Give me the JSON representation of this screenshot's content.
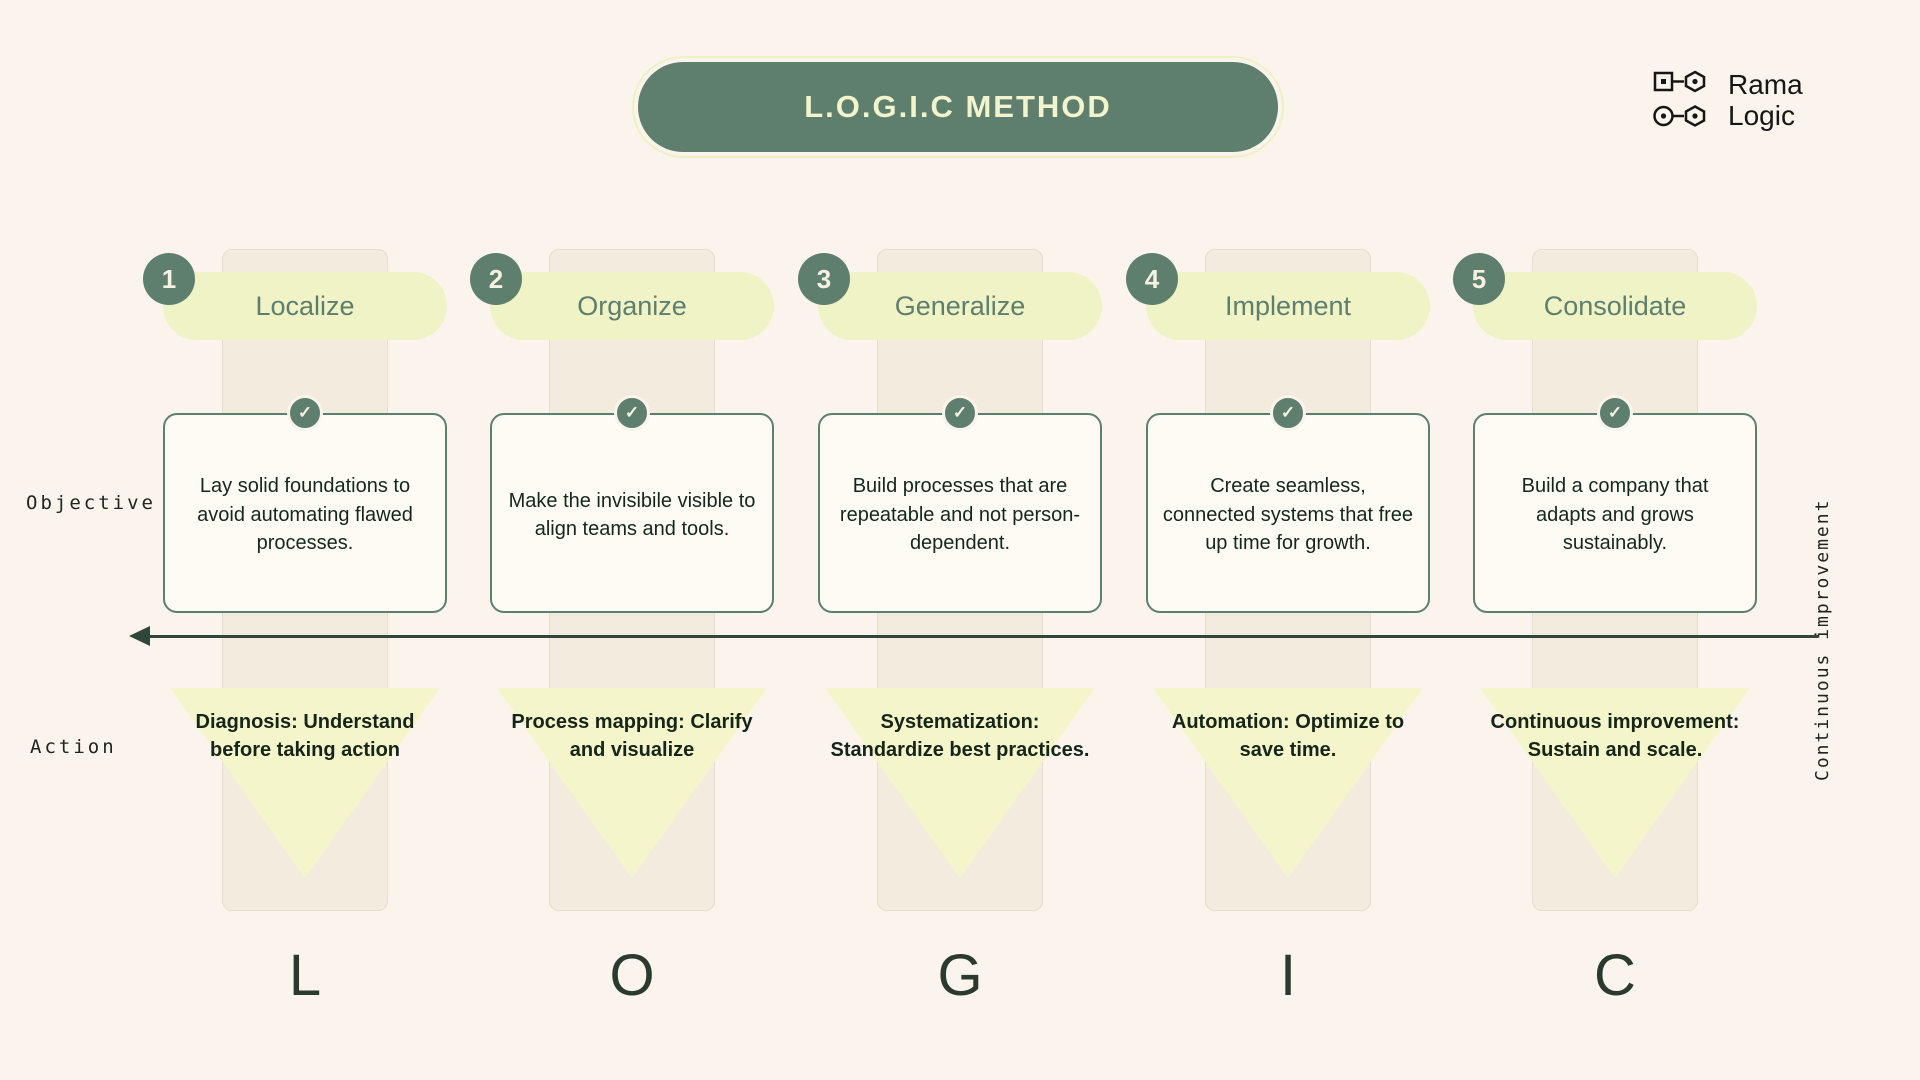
{
  "title": "L.O.G.I.C METHOD",
  "logo": {
    "line1": "Rama",
    "line2": "Logic"
  },
  "side_labels": {
    "objective": "Objective",
    "action": "Action"
  },
  "vertical_label": "Continuous improvement",
  "colors": {
    "background": "#faf4ed",
    "dark_green": "#5e7e6e",
    "pale_yellow": "#eff3c6",
    "beige_bar": "#f4ebdf",
    "triangle_yellow": "#f5f5cb",
    "arrow": "#31463a"
  },
  "check_glyph": "✓",
  "columns": [
    {
      "number": "1",
      "title": "Localize",
      "objective": "Lay solid foundations to avoid automating flawed processes.",
      "action": "Diagnosis: Understand before taking action",
      "letter": "L"
    },
    {
      "number": "2",
      "title": "Organize",
      "objective": "Make the invisibile visible to align teams and tools.",
      "action": "Process mapping: Clarify and visualize",
      "letter": "O"
    },
    {
      "number": "3",
      "title": "Generalize",
      "objective": "Build processes that are repeatable and not person-dependent.",
      "action": "Systematization: Standardize best practices.",
      "letter": "G"
    },
    {
      "number": "4",
      "title": "Implement",
      "objective": "Create seamless, connected systems that free up time for growth.",
      "action": "Automation: Optimize to save time.",
      "letter": "I"
    },
    {
      "number": "5",
      "title": "Consolidate",
      "objective": "Build a company that adapts and grows sustainably.",
      "action": "Continuous improvement: Sustain and scale.",
      "letter": "C"
    }
  ]
}
